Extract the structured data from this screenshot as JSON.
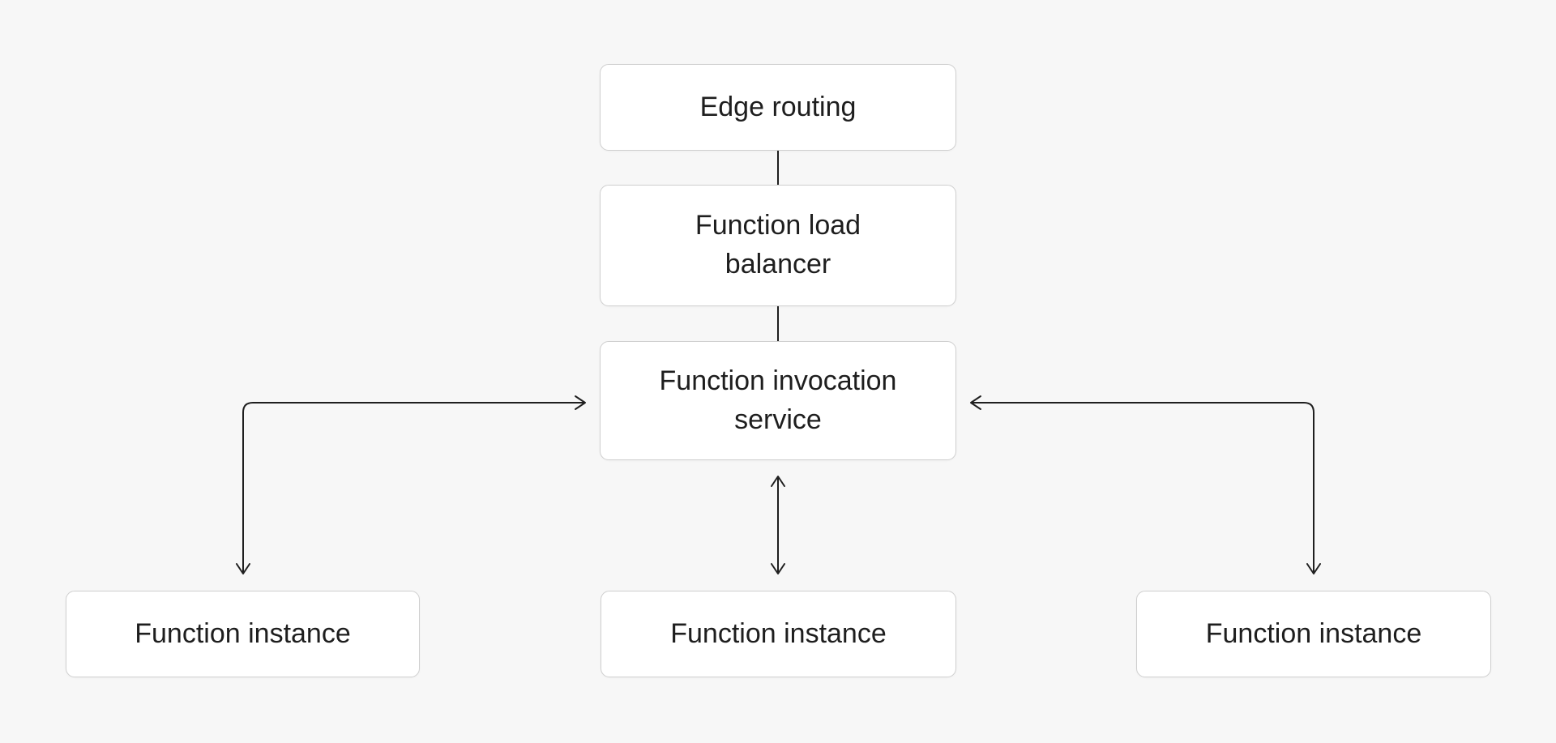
{
  "diagram": {
    "type": "flowchart",
    "nodes": [
      {
        "id": "edge-routing",
        "label": "Edge routing"
      },
      {
        "id": "function-load-balancer",
        "label": "Function load\nbalancer"
      },
      {
        "id": "function-invocation-service",
        "label": "Function invocation\nservice"
      },
      {
        "id": "function-instance-left",
        "label": "Function instance"
      },
      {
        "id": "function-instance-middle",
        "label": "Function instance"
      },
      {
        "id": "function-instance-right",
        "label": "Function instance"
      }
    ],
    "edges": [
      {
        "from": "edge-routing",
        "to": "function-load-balancer",
        "shape": "straight-vertical",
        "arrows": "none"
      },
      {
        "from": "function-load-balancer",
        "to": "function-invocation-service",
        "shape": "straight-vertical",
        "arrows": "none"
      },
      {
        "from": "function-invocation-service",
        "to": "function-instance-left",
        "shape": "elbow-left",
        "arrows": "both"
      },
      {
        "from": "function-invocation-service",
        "to": "function-instance-middle",
        "shape": "straight-vertical",
        "arrows": "both"
      },
      {
        "from": "function-invocation-service",
        "to": "function-instance-right",
        "shape": "elbow-right",
        "arrows": "both"
      }
    ],
    "colors": {
      "background": "#f7f7f7",
      "node_fill": "#ffffff",
      "node_border": "#cfcfcf",
      "text": "#1e1e1e",
      "line": "#1f1f1f"
    }
  }
}
